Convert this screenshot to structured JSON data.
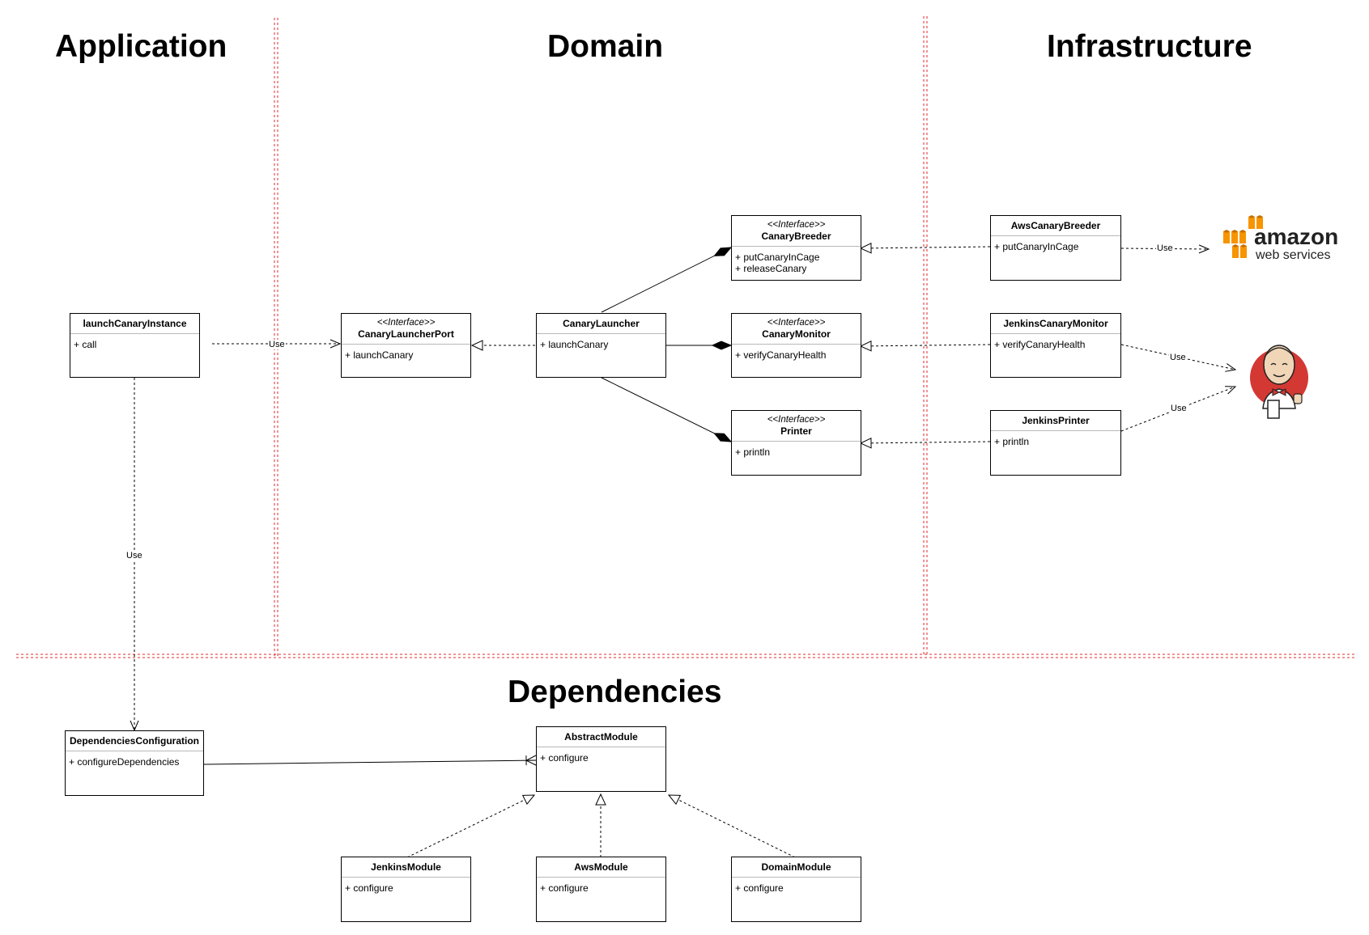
{
  "zones": {
    "application": "Application",
    "domain": "Domain",
    "infrastructure": "Infrastructure",
    "dependencies": "Dependencies"
  },
  "classes": {
    "launch_canary_instance": {
      "name": "launchCanaryInstance",
      "ops": [
        "+ call"
      ]
    },
    "canary_launcher_port": {
      "stereotype": "<<Interface>>",
      "name": "CanaryLauncherPort",
      "ops": [
        "+ launchCanary"
      ]
    },
    "canary_launcher": {
      "name": "CanaryLauncher",
      "ops": [
        "+ launchCanary"
      ]
    },
    "canary_breeder": {
      "stereotype": "<<Interface>>",
      "name": "CanaryBreeder",
      "ops": [
        "+ putCanaryInCage",
        "+ releaseCanary"
      ]
    },
    "canary_monitor": {
      "stereotype": "<<Interface>>",
      "name": "CanaryMonitor",
      "ops": [
        "+ verifyCanaryHealth"
      ]
    },
    "printer": {
      "stereotype": "<<Interface>>",
      "name": "Printer",
      "ops": [
        "+ println"
      ]
    },
    "aws_canary_breeder": {
      "name": "AwsCanaryBreeder",
      "ops": [
        "+ putCanaryInCage"
      ]
    },
    "jenkins_canary_monitor": {
      "name": "JenkinsCanaryMonitor",
      "ops": [
        "+ verifyCanaryHealth"
      ]
    },
    "jenkins_printer": {
      "name": "JenkinsPrinter",
      "ops": [
        "+ println"
      ]
    },
    "dependencies_configuration": {
      "name": "DependenciesConfiguration",
      "ops": [
        "+ configureDependencies"
      ]
    },
    "abstract_module": {
      "name": "AbstractModule",
      "ops": [
        "+ configure"
      ]
    },
    "jenkins_module": {
      "name": "JenkinsModule",
      "ops": [
        "+ configure"
      ]
    },
    "aws_module": {
      "name": "AwsModule",
      "ops": [
        "+ configure"
      ]
    },
    "domain_module": {
      "name": "DomainModule",
      "ops": [
        "+ configure"
      ]
    }
  },
  "connector_labels": {
    "app_to_port": "Use",
    "app_to_deps": "Use",
    "aws_use": "Use",
    "jenkins_monitor_use": "Use",
    "jenkins_printer_use": "Use"
  },
  "logos": {
    "aws": {
      "icon": "aws-logo",
      "word": "amazon",
      "sub": "web services",
      "colors": {
        "cube": "#f79400",
        "text": "#222222"
      }
    },
    "jenkins": {
      "icon": "jenkins-butler-logo",
      "colors": {
        "circle": "#d33833",
        "face": "#f0d6b7",
        "bowtie": "#d33833"
      }
    }
  },
  "colors": {
    "separator": "#e0282e",
    "line": "#000000"
  }
}
